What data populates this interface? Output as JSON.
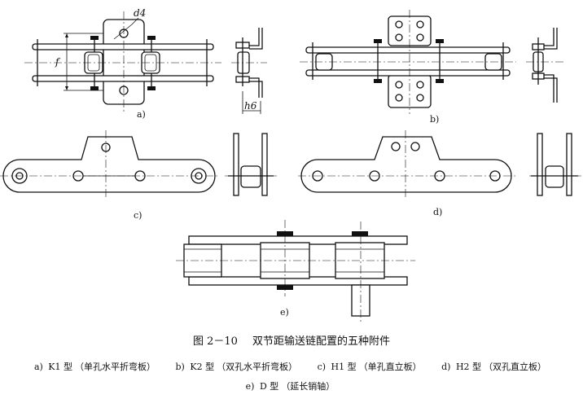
{
  "figure": {
    "number": "图 2－10",
    "title": "双节距输送链配置的五种附件"
  },
  "dimension_labels": {
    "d4": "d4",
    "f": "f",
    "h6": "h6"
  },
  "subfigures": [
    {
      "label": "a)",
      "letter": "a",
      "type": "K1 型",
      "desc": "（单孔水平折弯板）"
    },
    {
      "label": "b)",
      "letter": "b",
      "type": "K2 型",
      "desc": "（双孔水平折弯板）"
    },
    {
      "label": "c)",
      "letter": "c",
      "type": "H1 型",
      "desc": "（单孔直立板）"
    },
    {
      "label": "d)",
      "letter": "d",
      "type": "H2 型",
      "desc": "（双孔直立板）"
    },
    {
      "label": "e)",
      "letter": "e",
      "type": "D 型",
      "desc": "（延长销轴）"
    }
  ]
}
